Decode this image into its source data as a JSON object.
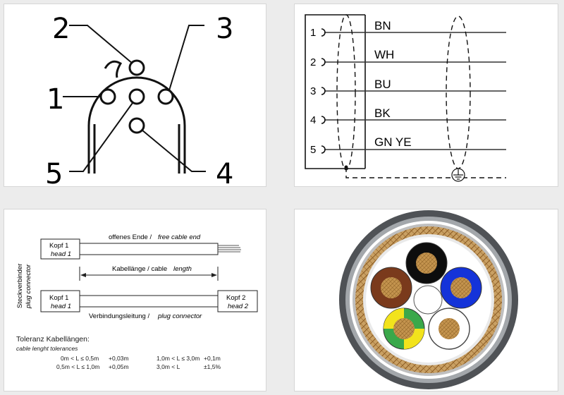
{
  "pinout": {
    "labels": [
      "1",
      "2",
      "3",
      "4",
      "5"
    ]
  },
  "wiring": {
    "pins": [
      "1",
      "2",
      "3",
      "4",
      "5"
    ],
    "wires": [
      "BN",
      "WH",
      "BU",
      "BK",
      "GN YE"
    ]
  },
  "dimensions": {
    "vertical_label_1": "Steckverbinder",
    "vertical_label_2": "plug connector",
    "kopf1": "Kopf 1",
    "head1": "head 1",
    "kopf2": "Kopf 2",
    "head2": "head 2",
    "free_end_de": "offenes Ende /",
    "free_end_en": "free cable end",
    "length_de": "Kabellänge / cable",
    "length_en": "length",
    "connection_de": "Verbindungsleitung /",
    "connection_en": "plug connector",
    "tolerance_title": "Toleranz Kabellängen:",
    "tolerance_subtitle": "cable lenght tolerances",
    "tolerances": [
      {
        "range": "0m < L ≤ 0,5m",
        "value": "+0,03m"
      },
      {
        "range": "0,5m < L ≤ 1,0m",
        "value": "+0,05m"
      },
      {
        "range": "1,0m < L ≤ 3,0m",
        "value": "+0,1m"
      },
      {
        "range": "3,0m < L",
        "value": "±1,5%"
      }
    ]
  },
  "cross_section": {
    "colors": {
      "jacket_outer": "#4f5256",
      "jacket_inner": "#a3a7ab",
      "shield": "#b07d3c",
      "copper": "#b8863f",
      "brown": "#7a3a1c",
      "black": "#0d0d0d",
      "blue": "#1433d9",
      "green": "#3aa84a",
      "yellow": "#f2e31c",
      "white": "#ffffff"
    }
  }
}
